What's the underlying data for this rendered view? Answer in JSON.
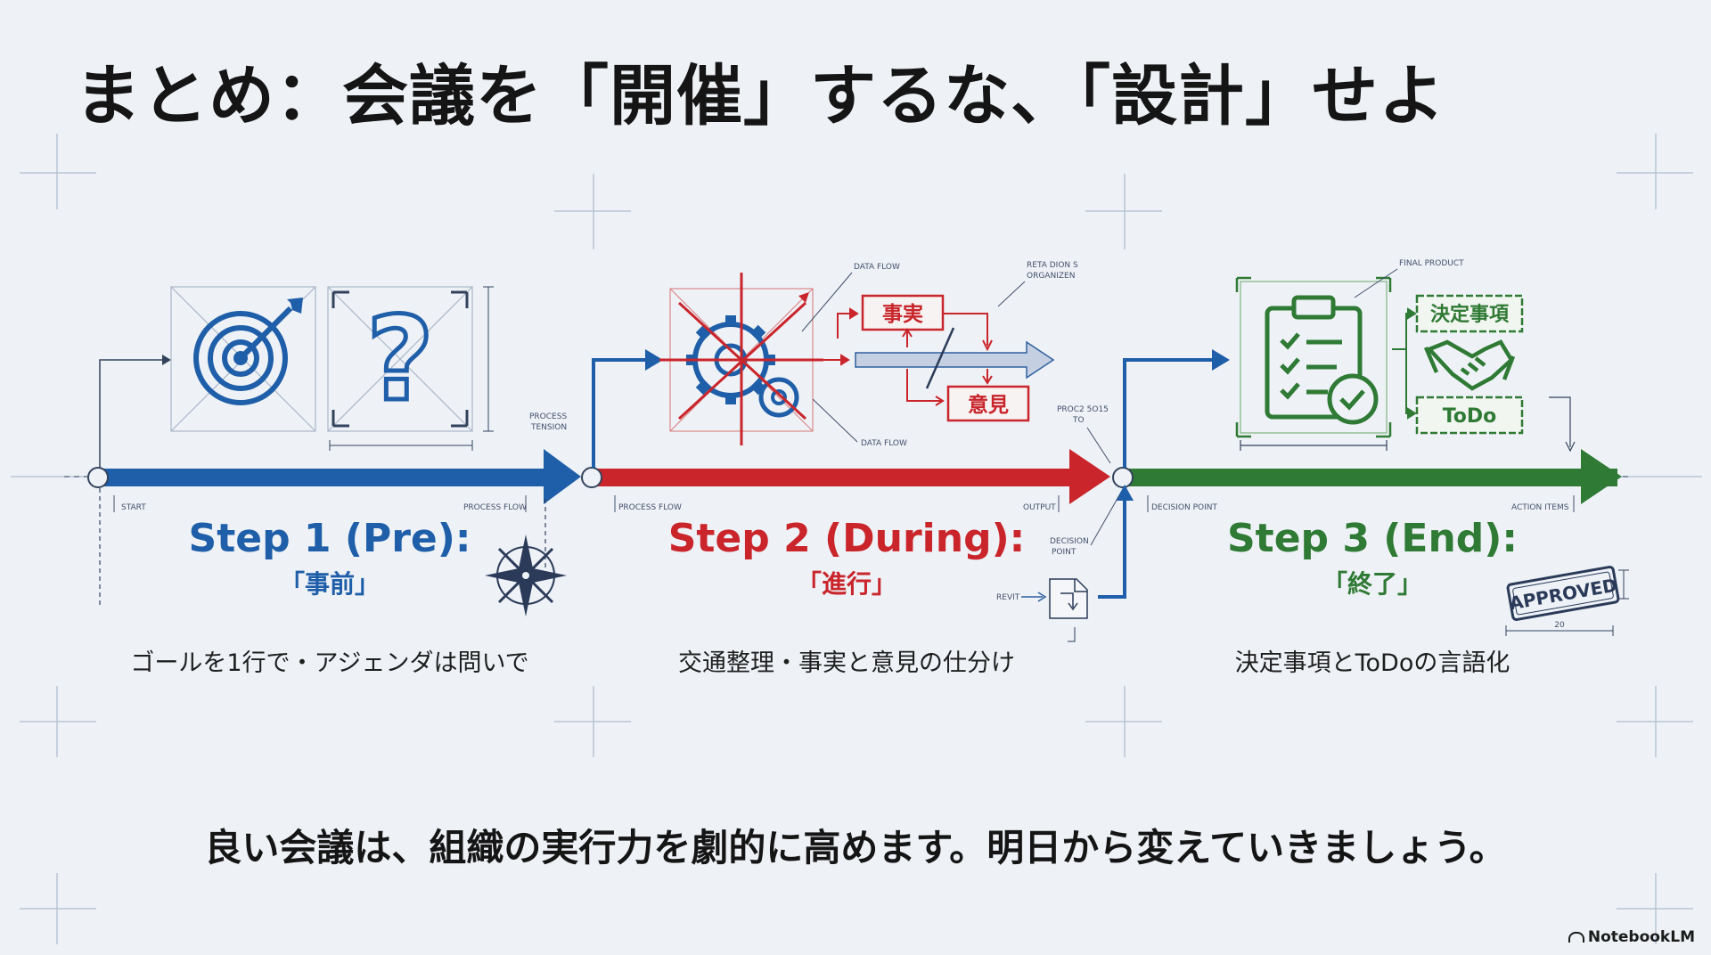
{
  "slide": {
    "title": "まとめ：会議を「開催」するな、「設計」せよ",
    "closing": "良い会議は、組織の実行力を劇的に高めます。明日から変えていきましょう。",
    "brand": "NotebookLM"
  },
  "steps": [
    {
      "title": "Step 1 (Pre):",
      "subtitle": "「事前」",
      "description": "ゴールを1行で・アジェンダは問いで",
      "color": "#1f5ea8",
      "icons": [
        "target-icon",
        "question-icon",
        "compass-icon"
      ]
    },
    {
      "title": "Step 2 (During):",
      "subtitle": "「進行」",
      "description": "交通整理・事実と意見の仕分け",
      "color": "#c9252b",
      "icons": [
        "gear-icon",
        "document-icon"
      ],
      "boxes": [
        "事実",
        "意見"
      ]
    },
    {
      "title": "Step 3 (End):",
      "subtitle": "「終了」",
      "description": "決定事項とToDoの言語化",
      "color": "#2f7a34",
      "icons": [
        "clipboard-check-icon",
        "handshake-icon"
      ],
      "boxes": [
        "決定事項",
        "ToDo"
      ],
      "stamp": "APPROVED",
      "stamp_dim": "20"
    }
  ],
  "annotations": {
    "start": "START",
    "process_flow_1": "PROCESS FLOW",
    "process_flow_2": "PROCESS FLOW",
    "process_tension_1": "PROCESS",
    "process_tension_2": "TENSION",
    "output": "OUTPUT",
    "data_flow_top": "DATA FLOW",
    "data_flow_bottom": "DATA FLOW",
    "retention_1": "RETA DION S",
    "retention_2": "ORGANIZEN",
    "proc_1": "PROC2 5O15",
    "proc_2": "TO",
    "decision_point_1": "DECISION",
    "decision_point_2": "POINT",
    "decision_point_bottom": "DECISION POINT",
    "final_product": "FINAL PRODUCT",
    "action_items": "ACTION ITEMS",
    "revit": "REVIT"
  }
}
